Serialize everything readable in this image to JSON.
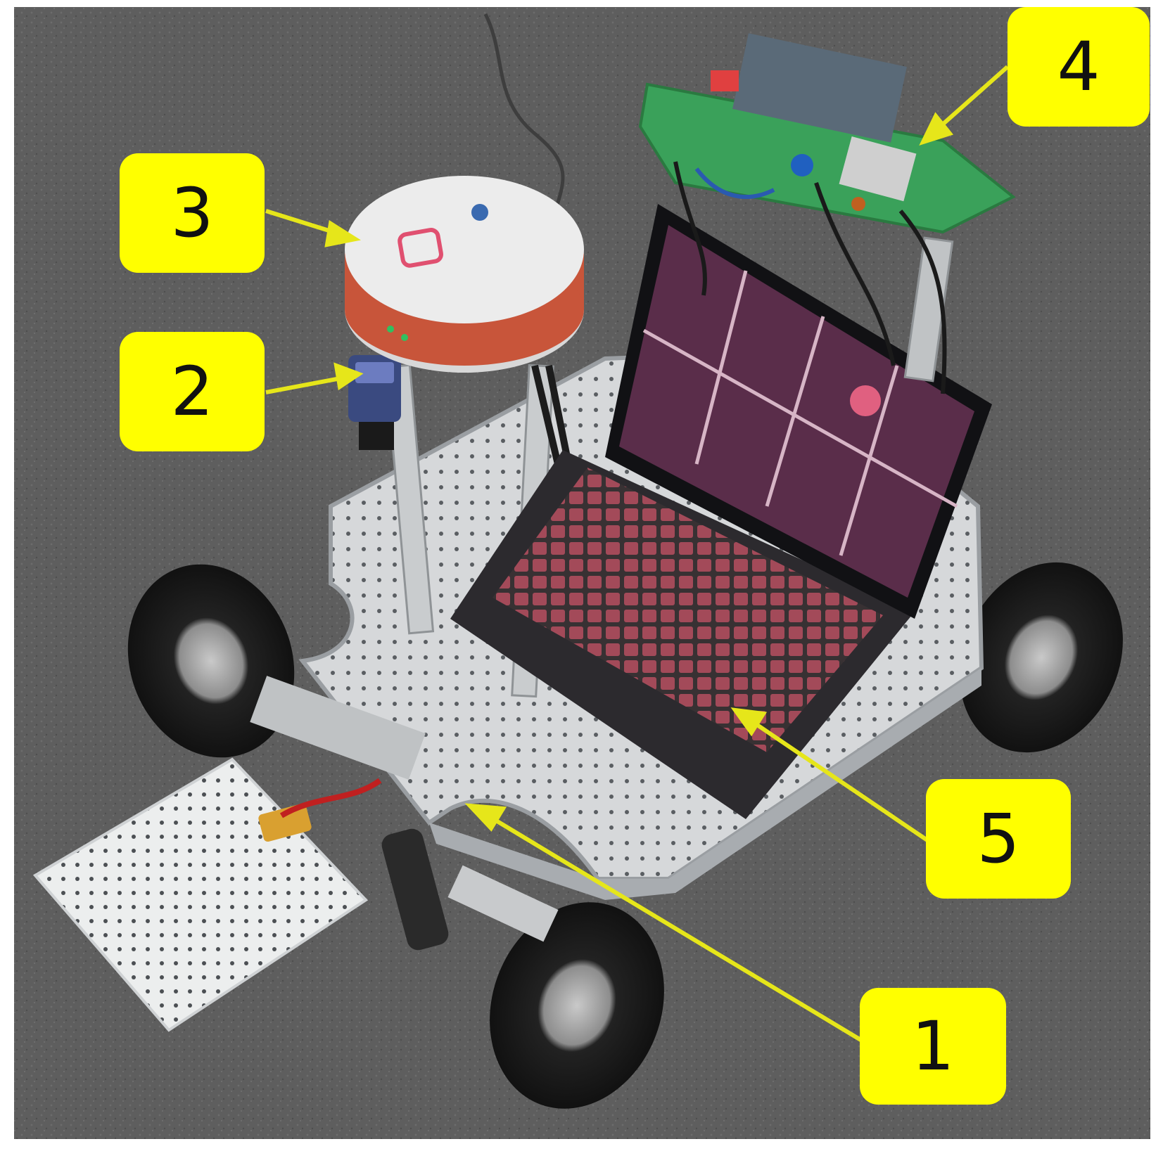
{
  "photo": {
    "subject": "four-wheeled-rover",
    "colors": {
      "ground": "#5c5c5c",
      "plate": "#d8dadc",
      "tire": "#1a1a1a",
      "pcb": "#3aa15a",
      "laptop_screen": "#5a2d4a",
      "keyboard_glow": "#c75466",
      "antenna_ring": "#c8553a",
      "antenna_cap": "#e8e8e8",
      "callout_fill": "#ffff00",
      "arrow": "#e6e61a"
    }
  },
  "callouts": [
    {
      "id": "c1",
      "label": "1"
    },
    {
      "id": "c2",
      "label": "2"
    },
    {
      "id": "c3",
      "label": "3"
    },
    {
      "id": "c4",
      "label": "4"
    },
    {
      "id": "c5",
      "label": "5"
    }
  ]
}
